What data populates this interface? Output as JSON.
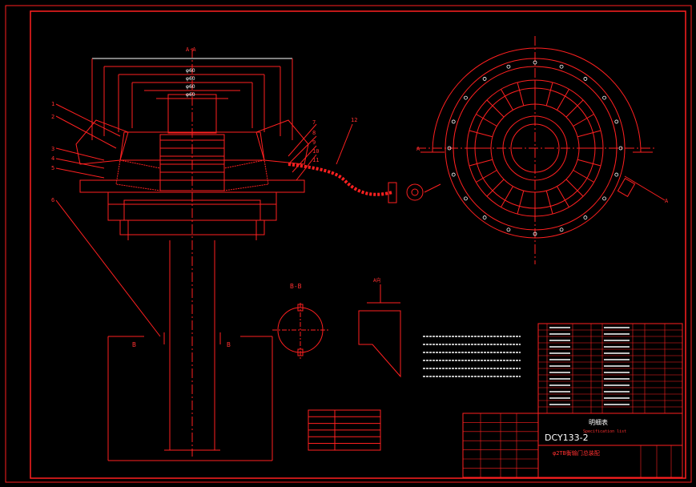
{
  "drawing": {
    "section_label_aa": "A-A",
    "section_label_bb": "B-B",
    "section_mark_a": "A",
    "section_mark_b": "B",
    "balloons": [
      "1",
      "2",
      "3",
      "4",
      "5",
      "6",
      "7",
      "8",
      "9",
      "10",
      "11",
      "12"
    ],
    "view_label_k": "A向",
    "dim_text_small": "φ60",
    "title_code": "DCY133-2",
    "title_name": "φ2TB衡输门总装配",
    "bom_title": "明细表",
    "bom_subtitle": "Specification list"
  },
  "colors": {
    "line": "#ff2020",
    "white": "#ffffff",
    "border": "#ff2020"
  }
}
